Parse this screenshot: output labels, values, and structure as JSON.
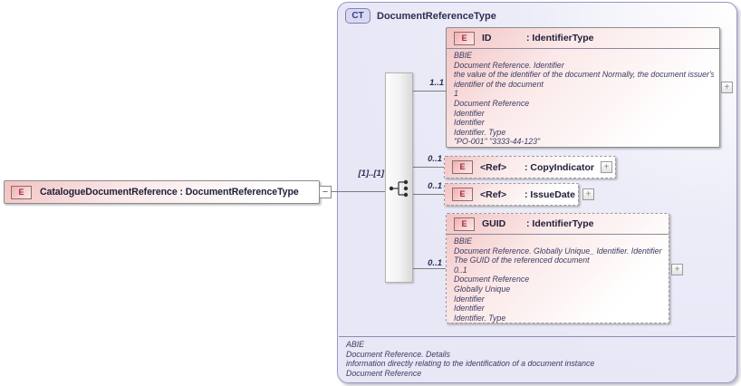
{
  "root_element": {
    "badge": "E",
    "label": "CatalogueDocumentReference : DocumentReferenceType"
  },
  "container": {
    "badge": "CT",
    "title": "DocumentReferenceType",
    "footer": [
      "ABIE",
      "Document Reference. Details",
      "information directly relating to the identification of a document instance",
      "Document Reference"
    ]
  },
  "cardinality": {
    "root": "[1]..[1]",
    "id": "1..1",
    "copy_indicator": "0..1",
    "issue_date": "0..1",
    "guid": "0..1"
  },
  "elements": {
    "id": {
      "badge": "E",
      "name": "ID",
      "type_label": ": IdentifierType",
      "annotation": [
        "BBIE",
        "Document Reference. Identifier",
        "the value of the identifier of the document Normally, the document issuer's",
        "identifier of the document",
        "1",
        "Document Reference",
        "Identifier",
        "Identifier",
        "Identifier. Type",
        "\"PO-001\" \"3333-44-123\""
      ]
    },
    "copy_indicator": {
      "badge": "E",
      "name": "<Ref>",
      "type_label": ": CopyIndicator"
    },
    "issue_date": {
      "badge": "E",
      "name": "<Ref>",
      "type_label": ": IssueDate"
    },
    "guid": {
      "badge": "E",
      "name": "GUID",
      "type_label": ": IdentifierType",
      "annotation": [
        "BBIE",
        "Document Reference. Globally Unique_ Identifier. Identifier",
        "The GUID of the referenced document",
        "0..1",
        "Document Reference",
        "Globally Unique",
        "Identifier",
        "Identifier",
        "Identifier. Type"
      ]
    }
  },
  "icons": {
    "minus": "−",
    "plus": "+"
  }
}
